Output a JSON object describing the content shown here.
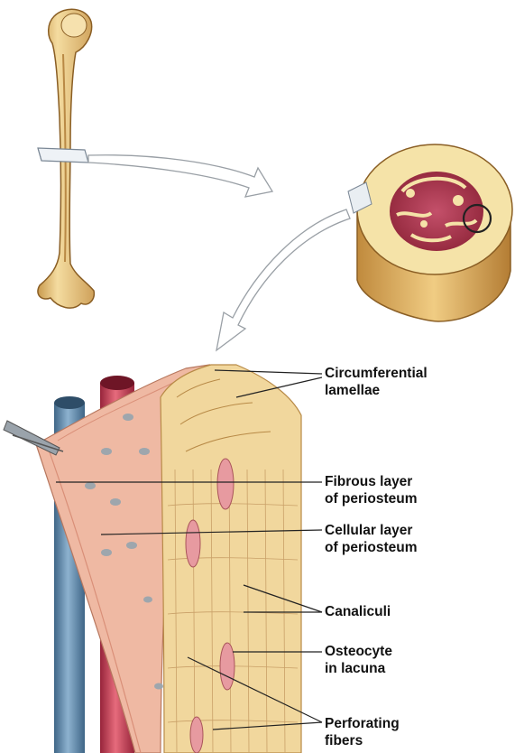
{
  "labels": {
    "circumferential_lamellae": [
      "Circumferential",
      "lamellae"
    ],
    "fibrous_layer": [
      "Fibrous layer",
      "of periosteum"
    ],
    "cellular_layer": [
      "Cellular layer",
      "of periosteum"
    ],
    "canaliculi": [
      "Canaliculi"
    ],
    "osteocyte": [
      "Osteocyte",
      "in lacuna"
    ],
    "perforating_fibers": [
      "Perforating",
      "fibers"
    ]
  },
  "colors": {
    "bone": "#e9c77f",
    "bone_shadow": "#c99a4e",
    "marrow": "#a8334a",
    "vein": "#5d86a8",
    "artery": "#c8394d",
    "periosteum": "#efb9a3",
    "lamellae": "#f1d79d"
  }
}
